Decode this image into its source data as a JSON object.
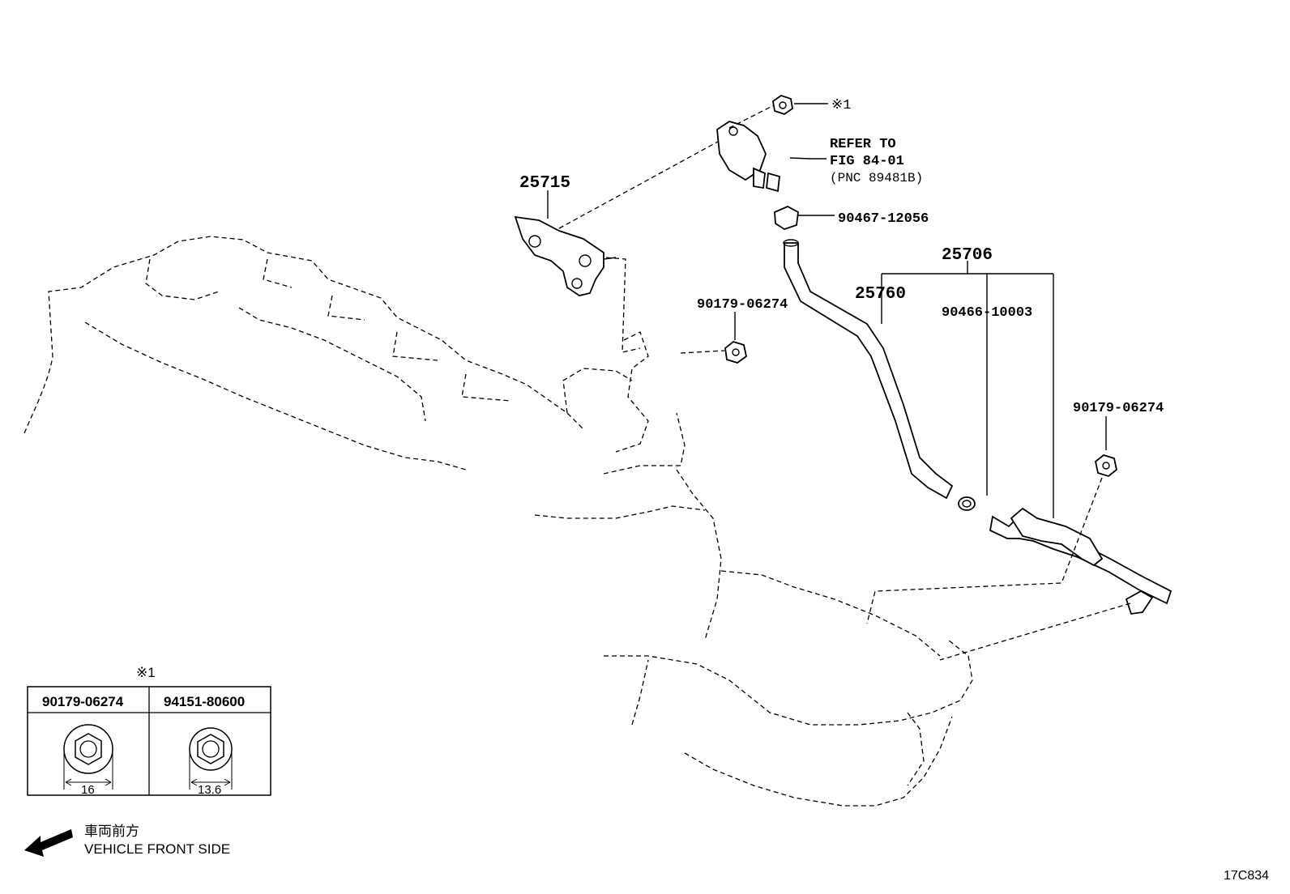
{
  "callouts": {
    "c_25715": "25715",
    "c_refer_line1": "REFER TO",
    "c_refer_line2": "FIG 84-01",
    "c_refer_line3": "(PNC 89481B)",
    "c_note_mark_top": "※1",
    "c_90467": "90467-12056",
    "c_25706": "25706",
    "c_25760": "25760",
    "c_90466": "90466-10003",
    "c_90179_mid": "90179-06274",
    "c_90179_right": "90179-06274"
  },
  "legend_table": {
    "mark": "※1",
    "col1_header": "90179-06274",
    "col2_header": "94151-80600",
    "col1_dim": "16",
    "col2_dim": "13.6"
  },
  "direction": {
    "label_jp": "車両前方",
    "label_en": "VEHICLE FRONT SIDE",
    "icon": "arrow-left-icon"
  },
  "diagram_id": "17C834"
}
